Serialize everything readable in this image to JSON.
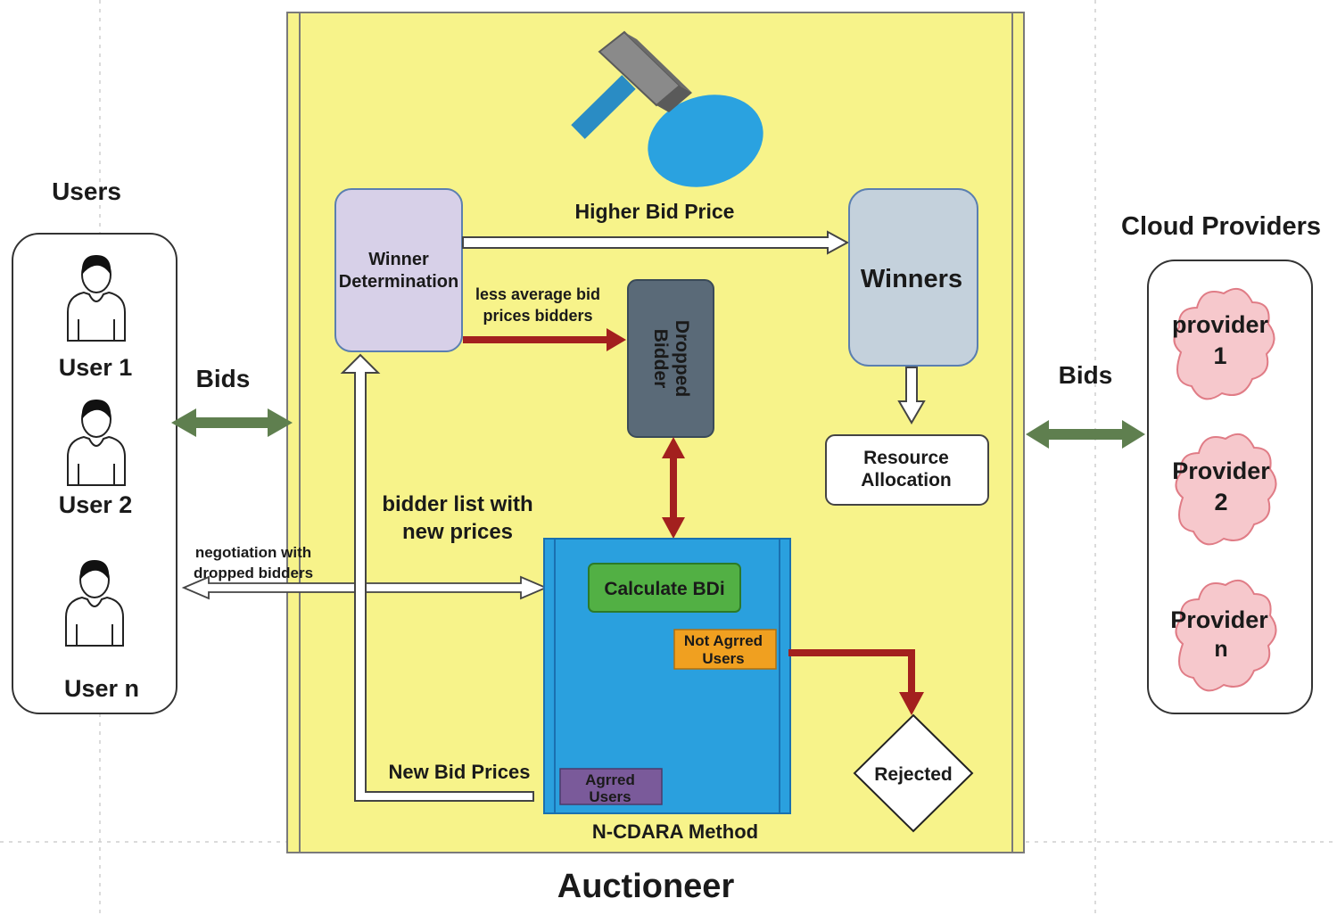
{
  "users": {
    "heading": "Users",
    "items": [
      "User 1",
      "User 2",
      "User n"
    ]
  },
  "auctioneer": {
    "title": "Auctioneer",
    "winner_determination": [
      "Winner",
      "Determination"
    ],
    "higher_bid_price": "Higher Bid Price",
    "less_average": [
      "less average bid",
      "prices bidders"
    ],
    "dropped_bidder": [
      "Dropped",
      "Bidder"
    ],
    "winners": "Winners",
    "resource_allocation": [
      "Resource",
      "Allocation"
    ],
    "bidder_list": [
      "bidder list with",
      "new prices"
    ],
    "negotiation": [
      "negotiation with",
      "dropped bidders"
    ],
    "calculate": "Calculate BDi",
    "not_agreed": [
      "Not Agrred",
      "Users"
    ],
    "agreed": [
      "Agrred",
      "Users"
    ],
    "new_bid_prices": "New Bid Prices",
    "method": "N-CDARA Method",
    "rejected": "Rejected"
  },
  "bids_left": "Bids",
  "bids_right": "Bids",
  "providers": {
    "heading": "Cloud Providers",
    "items": [
      [
        "provider",
        "1"
      ],
      [
        "Provider",
        "2"
      ],
      [
        "Provider",
        "n"
      ]
    ]
  },
  "colors": {
    "auctioneer_bg": "#f7f38a",
    "winner_box": "#d7d0e8",
    "dropped_box": "#5a6a78",
    "winners_box": "#c4d1dc",
    "method_box": "#2aa0de",
    "calculate_box": "#52b044",
    "not_agreed_box": "#f0a020",
    "agreed_box": "#7a5a9a",
    "cloud_fill": "#f6c8cc",
    "cloud_stroke": "#e07c86",
    "red_arrow": "#a3201e",
    "green_arrow": "#5f7f4f",
    "gavel_blue": "#2aa2e0"
  }
}
